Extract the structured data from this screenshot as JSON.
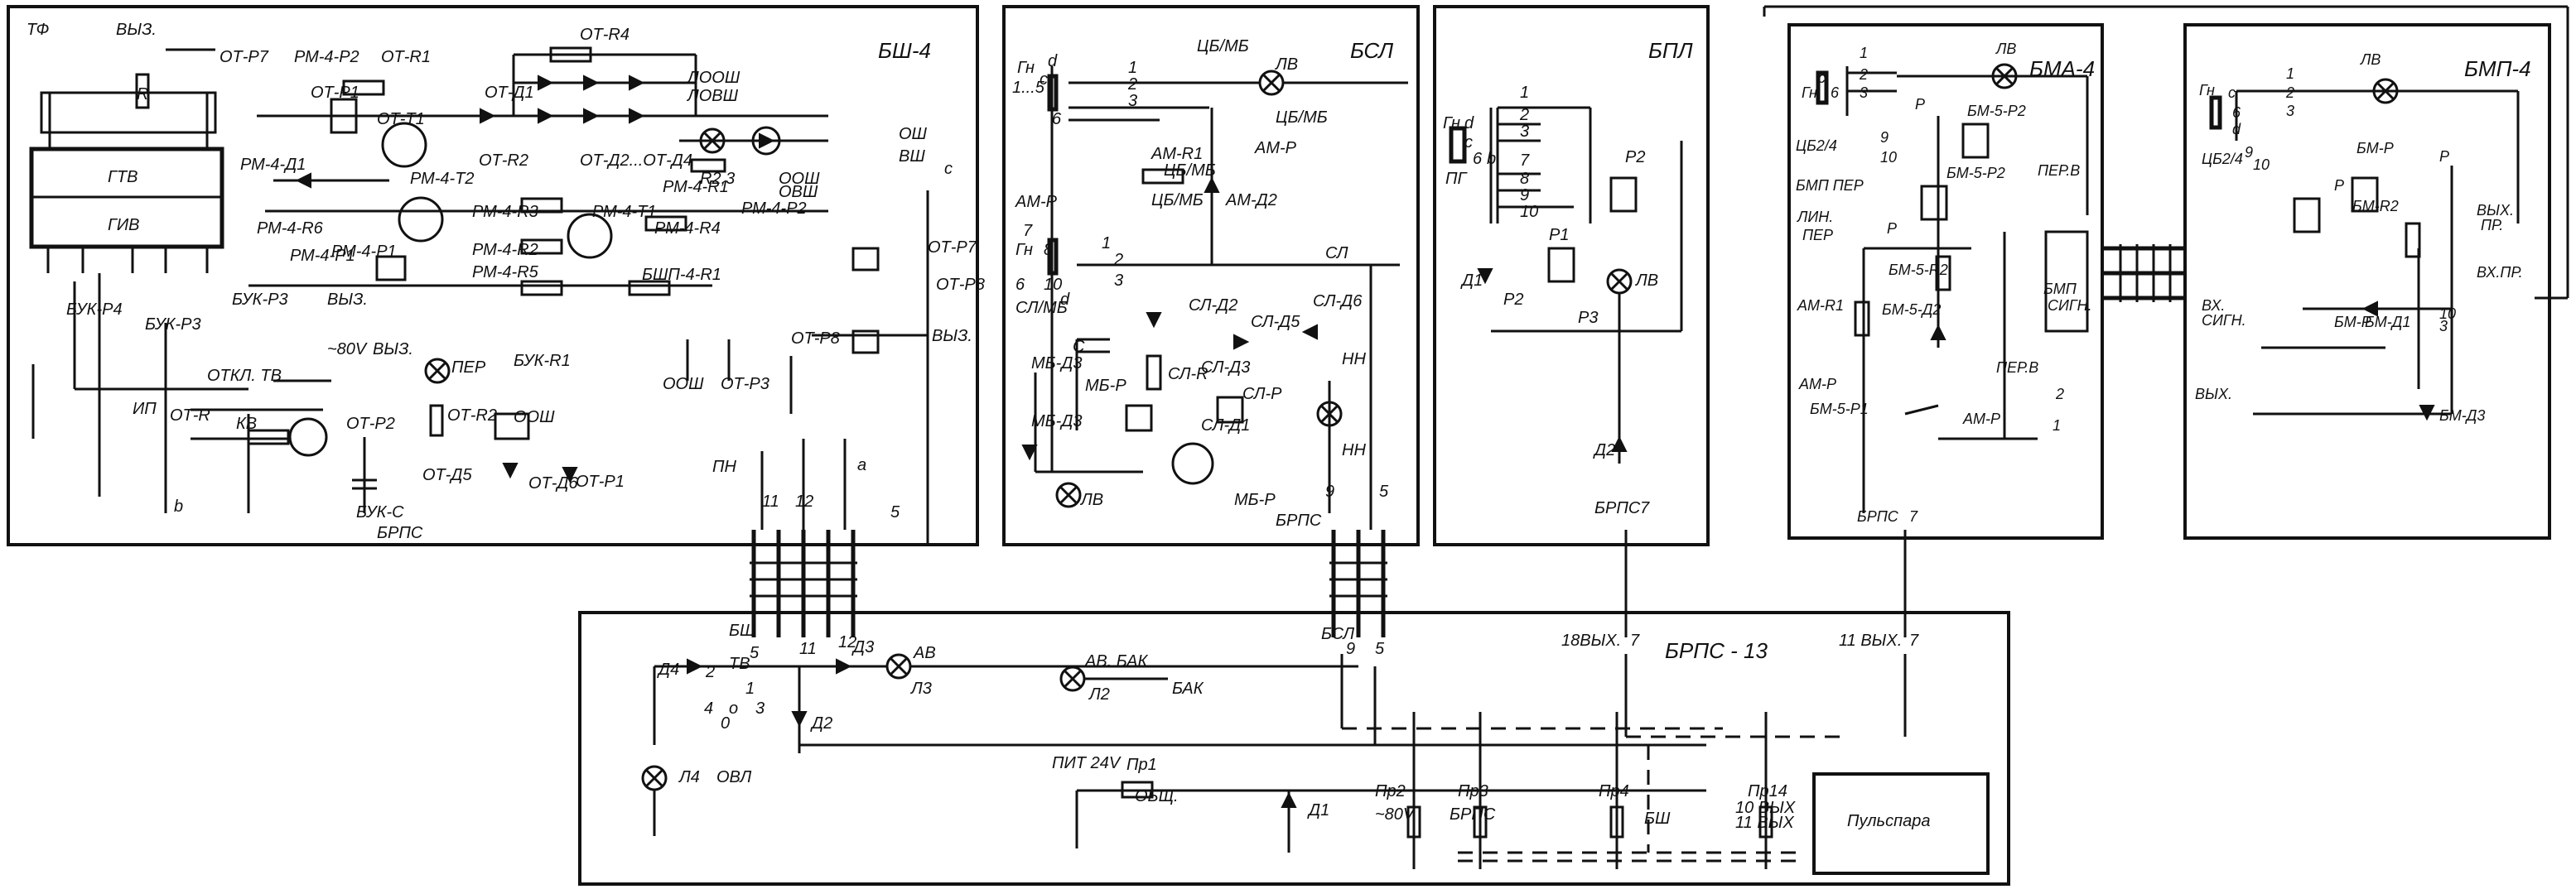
{
  "blocks": {
    "bsh4": {
      "title": "БШ-4",
      "labels": [
        "ТФ",
        "ВЫЗ.",
        "R",
        "ОТ-Р7",
        "РМ-4-Р2",
        "ОТ-R1",
        "ОТ-R4",
        "ОТ-Р1",
        "ОТ-Д1",
        "ЛООШ",
        "ЛОВШ",
        "ОТ-Т1",
        "РМ-4-Д1",
        "ОТ-R2",
        "ОТ-Д2...ОТ-Д4",
        "R2,3",
        "ООШ",
        "ОВШ",
        "ОШ",
        "ВШ",
        "с",
        "ГТВ",
        "ГИВ",
        "РМ-4-R6",
        "РМ-4-Т2",
        "РМ-4-R3",
        "РМ-4-Т1",
        "РМ-4-R1",
        "РМ-4-Р1",
        "РМ-4-R4",
        "РМ-4-Р2",
        "РМ-4-Р1",
        "РМ-4-R2",
        "РМ-4-R5",
        "БШП-4-R1",
        "ОТ-Р7",
        "БУК-Р4",
        "БУК-Р3",
        "БУК-Р3",
        "ВЫЗ.",
        "~80V",
        "ВЫЗ.",
        "ОТКЛ. ТВ",
        "ОТ-Р8",
        "ОТ-Р8",
        "ВЫЗ.",
        "ИП",
        "ПЕР",
        "БУК-R1",
        "ОТ-R2",
        "ООШ",
        "ООШ",
        "ОТ-Р3",
        "ОТ-R",
        "КВ",
        "ОТ-Р2",
        "ОТ-Д5",
        "ОТ-Д6",
        "ОТ-Р1",
        "ПН",
        "a",
        "b",
        "БУК-С",
        "БРПС",
        "5",
        "11",
        "12"
      ]
    },
    "bsl": {
      "title": "БСЛ",
      "labels": [
        "ЦБ/МБ",
        "ЛВ",
        "Гн",
        "1...5",
        "d",
        "c",
        "1",
        "2",
        "3",
        "6",
        "АМ-R1",
        "ЦБ/МБ",
        "ЦБ/МБ",
        "АМ-Р",
        "АМ-Р",
        "ЦБ/МБ",
        "АМ-Д2",
        "7",
        "Гн",
        "8",
        "6",
        "10",
        "d",
        "СЛ/МБ",
        "1",
        "2",
        "3",
        "СЛ",
        "СЛ-Д2",
        "СЛ-Д5",
        "СЛ-Д6",
        "С",
        "МБ-Д3",
        "МБ-Р",
        "СЛ-R",
        "СЛ-Д3",
        "СЛ-Р",
        "СЛ-Д1",
        "НН",
        "НН",
        "МБ-Д3",
        "ЛВ",
        "МБ-Р",
        "БРПС",
        "9",
        "5"
      ]
    },
    "bpl": {
      "title": "БПЛ",
      "labels": [
        "Гн",
        "d",
        "c",
        "1",
        "2",
        "3",
        "7",
        "8",
        "9",
        "10",
        "6",
        "b",
        "ПГ",
        "Р2",
        "Р1",
        "Д1",
        "Р2",
        "Р3",
        "ЛВ",
        "Д2",
        "БРПС",
        "7"
      ]
    },
    "bma4": {
      "title": "БМА-4",
      "labels": [
        "Гн",
        "с",
        "6",
        "1",
        "2",
        "3",
        "ЛВ",
        "ЦБ2/4",
        "9",
        "10",
        "Р",
        "БМ-5-Р2",
        "БМ-5-Р2",
        "ПЕР.В",
        "БМП ПЕР",
        "ЛИН.",
        "ПЕР",
        "Р",
        "БМ-5-R2",
        "АМ-R1",
        "БМ-5-Д2",
        "БМП",
        "СИГН.",
        "ПЕР.В",
        "АМ-Р",
        "БМ-5-Р1",
        "АМ-Р",
        "2",
        "1",
        "БРПС",
        "7"
      ]
    },
    "bmp4": {
      "title": "БМП-4",
      "labels": [
        "Гн",
        "с",
        "6",
        "1",
        "2",
        "3",
        "ЛВ",
        "d",
        "ЦБ2/4",
        "9",
        "10",
        "Р",
        "БМ-Р",
        "БМ-R2",
        "Р",
        "ВЫХ.",
        "ПР.",
        "ВХ.ПР.",
        "ВХ.",
        "СИГН.",
        "БМ-Р",
        "БМ-Д1",
        "10",
        "3",
        "ВЫХ.",
        "БМ-Д3"
      ]
    },
    "brps13": {
      "title": "БРПС - 13",
      "labels": [
        "БШ",
        "5",
        "11",
        "12",
        "БСЛ",
        "9",
        "5",
        "18ВЫХ.",
        "7",
        "11 ВЫХ.",
        "7",
        "Д4",
        "2",
        "ТВ",
        "1",
        "4",
        "о",
        "3",
        "0",
        "Д3",
        "АВ",
        "Л3",
        "АВ. БАК",
        "Л2",
        "БАК",
        "Д2",
        "Л4",
        "ОВЛ",
        "ПИТ 24V",
        "Пр1",
        "ОБЩ.",
        "Д1",
        "Пр2",
        "~80V",
        "Пр3",
        "БРПС",
        "Пр4",
        "БШ",
        "Пр14",
        "10 ВЫХ",
        "11 ВЫХ",
        "Пульспара"
      ]
    }
  }
}
